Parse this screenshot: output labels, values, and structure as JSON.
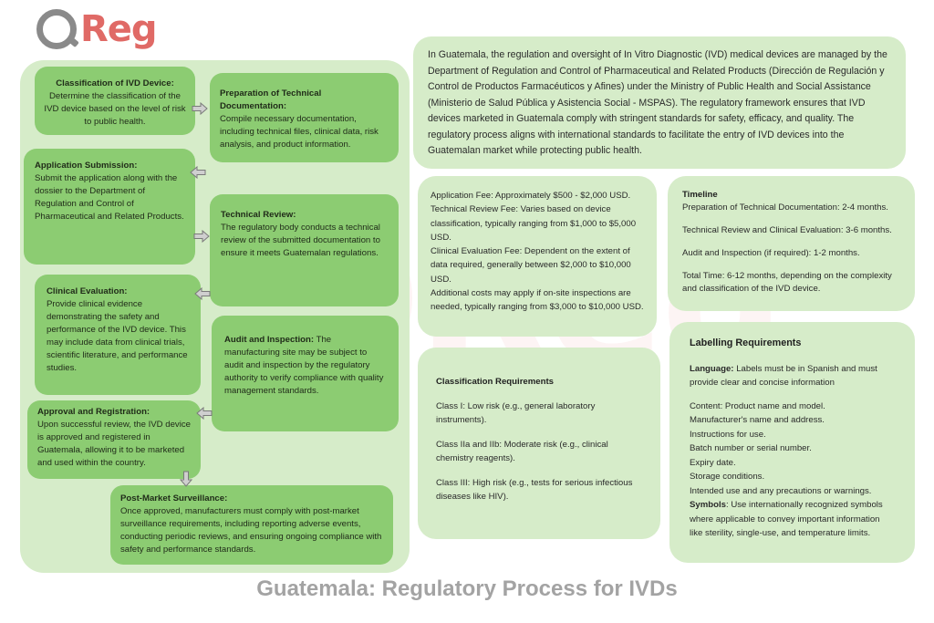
{
  "brand": {
    "logo_letter": "Q",
    "logo_text": "Reg"
  },
  "flow": {
    "classification": {
      "title": "Classification of IVD Device:",
      "text": "Determine the classification of the IVD device based on the level of risk to public health."
    },
    "preparation": {
      "title": "Preparation of Technical Documentation:",
      "text": "Compile necessary documentation, including technical files, clinical data, risk analysis, and product information."
    },
    "submission": {
      "title": "Application Submission:",
      "text": "Submit the application along with the dossier to the Department of Regulation and Control of Pharmaceutical and Related Products."
    },
    "technical_review": {
      "title": "Technical Review:",
      "text": "The regulatory body conducts a technical review of the submitted documentation to ensure it meets Guatemalan regulations."
    },
    "clinical": {
      "title": "Clinical Evaluation:",
      "text": "Provide clinical evidence demonstrating the safety and performance of the IVD device. This may include data from clinical trials, scientific literature, and performance studies."
    },
    "audit": {
      "title": "Audit and Inspection:",
      "text": "The manufacturing site may be subject to audit and inspection by the regulatory authority to verify compliance with quality management standards."
    },
    "approval": {
      "title": "Approval and Registration:",
      "text": "Upon successful review, the IVD device is approved and registered in Guatemala, allowing it to be marketed and used within the country."
    },
    "post_market": {
      "title": "Post-Market Surveillance:",
      "text": "Once approved, manufacturers must comply with post-market surveillance requirements, including reporting adverse events, conducting periodic reviews, and ensuring ongoing compliance with safety and performance standards."
    }
  },
  "intro": "In Guatemala, the regulation and oversight of In Vitro Diagnostic (IVD) medical devices are managed by the Department of Regulation and Control of Pharmaceutical and Related Products (Dirección de Regulación y Control de Productos Farmacéuticos y Afines) under the Ministry of Public Health and Social Assistance (Ministerio de Salud Pública y Asistencia Social - MSPAS). The regulatory framework ensures that IVD devices marketed in Guatemala comply with stringent standards for safety, efficacy, and quality. The regulatory process aligns with international standards to facilitate the entry of IVD devices into the Guatemalan market while protecting public health.",
  "fees": [
    "Application Fee: Approximately $500 - $2,000 USD.",
    "Technical Review Fee: Varies based on device classification, typically ranging from $1,000 to $5,000 USD.",
    "Clinical Evaluation Fee: Dependent on the extent of data required, generally between $2,000 to $10,000 USD.",
    "Additional costs may apply if on-site inspections are needed, typically ranging from $3,000 to $10,000 USD."
  ],
  "timeline": {
    "title": "Timeline",
    "items": [
      "Preparation of Technical Documentation: 2-4 months.",
      "Technical Review and Clinical Evaluation: 3-6 months.",
      "Audit and Inspection (if required): 1-2 months.",
      "Total Time: 6-12 months, depending on the complexity and classification of the IVD device."
    ]
  },
  "classification_req": {
    "title": "Classification Requirements",
    "items": [
      "Class I: Low risk (e.g., general laboratory instruments).",
      "Class IIa and IIb: Moderate risk (e.g., clinical chemistry reagents).",
      "Class III: High risk (e.g., tests for serious infectious diseases like HIV)."
    ]
  },
  "labelling": {
    "title": "Labelling Requirements",
    "language_label": "Language:",
    "language_text": "Labels must be in Spanish and must provide clear and concise information",
    "content_lines": [
      "Content: Product name and model.",
      "Manufacturer's name and address.",
      "Instructions for use.",
      "Batch number or serial number.",
      "Expiry date.",
      "Storage conditions.",
      "Intended use and any precautions or warnings."
    ],
    "symbols_label": "Symbols",
    "symbols_text": ": Use internationally recognized symbols where applicable to convey important information like sterility, single-use, and temperature limits."
  },
  "footer_title": "Guatemala: Regulatory Process for IVDs",
  "colors": {
    "panel": "#d6ecc9",
    "box": "#8ccc72",
    "accent": "#e06a66",
    "footer": "#a3a3a3"
  }
}
